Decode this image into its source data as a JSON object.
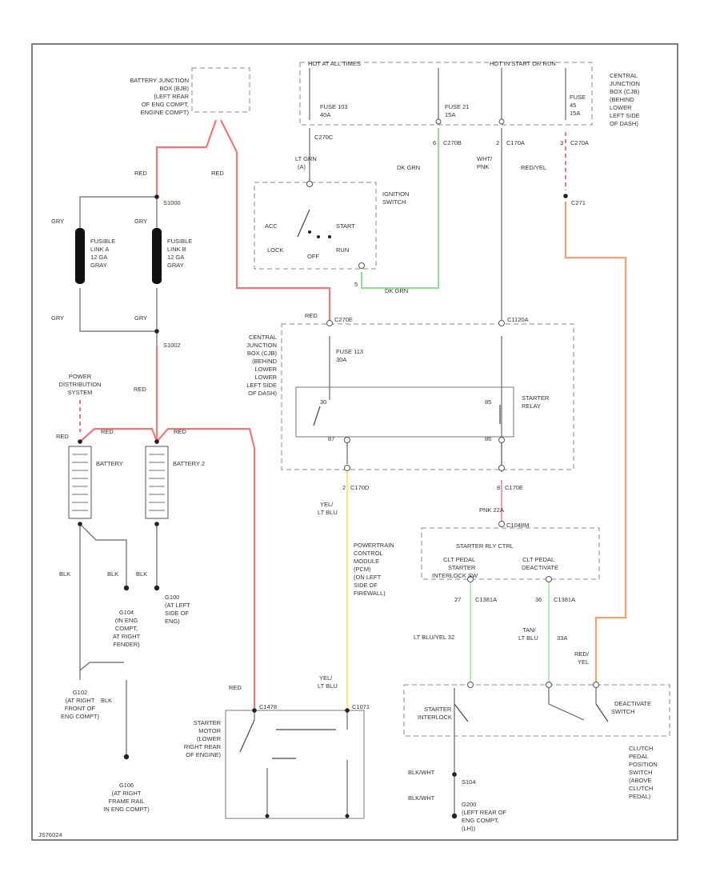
{
  "labels": {
    "bjb": [
      "BATTERY JUNCTION",
      "BOX (BJB)",
      "(LEFT REAR",
      "OF ENG COMPT,",
      "ENGINE COMPT)"
    ],
    "fuse_box_hot": "HOT AT ALL TIMES",
    "fuse_box_start": "HOT IN START OR RUN",
    "fuse_103": [
      "FUSE 103",
      "40A"
    ],
    "fuse_21": [
      "FUSE 21",
      "15A"
    ],
    "fuse_45": [
      "FUSE",
      "45",
      "15A"
    ],
    "cjb_right": [
      "CENTRAL",
      "JUNCTION",
      "BOX (CJB)",
      "(BEHIND",
      "LOWER",
      "LEFT SIDE",
      "OF DASH)"
    ],
    "c270c": "C270C",
    "c270b": "C270B",
    "c270a": "C270A",
    "c170a": "C170A",
    "pin_6_c270b": "6",
    "pin_2_c170a": "2",
    "pin_3_c270a": "3",
    "red_bjb": "RED",
    "red_s1000": "RED",
    "s1000": "S1000",
    "lt_grn": [
      "LT GRN",
      "(A)"
    ],
    "dk_grn": "DK GRN",
    "dk_grn_bottom": "DK GRN",
    "wht_pnk_top": [
      "WHT/",
      "PNK"
    ],
    "wht_pnk_mid": [
      "WHT/",
      "PNK"
    ],
    "red_yel_top": "RED/YEL",
    "c271": "C271",
    "ignition_switch": [
      "IGNITION",
      "SWITCH"
    ],
    "acc": "ACC",
    "start": "START",
    "lock": "LOCK",
    "off": "OFF",
    "run": "RUN",
    "pin_5_ign": "5",
    "gry": [
      "GRY",
      "GRY",
      "GRY",
      "GRY"
    ],
    "fusible_a": [
      "FUSIBLE",
      "LINK A",
      "12 GA",
      "GRAY"
    ],
    "fusible_b": [
      "FUSIBLE",
      "LINK B",
      "12 GA",
      "GRAY"
    ],
    "s1002": "S1002",
    "red_pds": "RED",
    "pds": [
      "POWER",
      "DISTRIBUTION",
      "SYSTEM"
    ],
    "red_bat1": "RED",
    "red_bat2": "RED",
    "red_bat3": "RED",
    "battery": "BATTERY",
    "battery_2": "BATTERY 2",
    "blk": [
      "BLK",
      "BLK",
      "BLK",
      "BLK"
    ],
    "g104": [
      "G104",
      "(IN ENG",
      "COMPT,",
      "AT RIGHT",
      "FENDER)"
    ],
    "g100": [
      "G100",
      "(AT LEFT",
      "SIDE OF",
      "ENG)"
    ],
    "g102": [
      "G102",
      "(AT RIGHT",
      "FRONT OF",
      "ENG COMPT)"
    ],
    "g106": [
      "G106",
      "(AT RIGHT",
      "FRAME RAIL",
      "IN ENG COMPT)"
    ],
    "red_c270e": "RED",
    "c270e": "C270E",
    "cjb_left": [
      "CENTRAL",
      "JUNCTION",
      "BOX (CJB)",
      "(BEHIND",
      "LOWER",
      "LOWER",
      "LEFT SIDE",
      "OF DASH)"
    ],
    "fuse_113": [
      "FUSE 113",
      "30A"
    ],
    "c1120a": "C1120A",
    "relay_pin_30": "30",
    "relay_pin_87": "87",
    "relay_pin_85": "85",
    "relay_pin_86": "86",
    "starter_relay": [
      "STARTER",
      "RELAY"
    ],
    "c170d": "C170D",
    "c170e": "C170E",
    "pin_2_d": "2",
    "pin_8_e": "8",
    "yel_lt_blu_top": [
      "YEL/",
      "LT BLU"
    ],
    "pnk_ga": "PNK  22A",
    "c1048m": "C1048M",
    "pcm": [
      "POWERTRAIN",
      "CONTROL",
      "MODULE",
      "(PCM)",
      "(ON LEFT",
      "SIDE OF",
      "FIREWALL)"
    ],
    "pcm_box": [
      "STARTER RLY CTRL",
      "CLT PEDAL",
      "STARTER",
      "INTERLOCK SW",
      "CLT PEDAL",
      "DEACTIVATE"
    ],
    "c1381a_1": "C1381A",
    "c1381a_2": "C1381A",
    "pin_27": "27",
    "pin_36": "36",
    "lt_bluyel": "LT BLU/YEL  32",
    "tan_lt_blu": [
      "TAN/",
      "LT BLU",
      "33A"
    ],
    "red_yel_bottom": [
      "RED/",
      "YEL"
    ],
    "yel_lt_blu_bottom": [
      "YEL/",
      "LT BLU"
    ],
    "red_starter": "RED",
    "c1478": "C1478",
    "c1071": "C1071",
    "starter_motor": [
      "STARTER",
      "MOTOR",
      "(LOWER",
      "RIGHT REAR",
      "OF ENGINE)"
    ],
    "starter_interlock": [
      "STARTER",
      "INTERLOCK"
    ],
    "deactivate": [
      "DEACTIVATE",
      "SWITCH"
    ],
    "clutch_switch": [
      "CLUTCH",
      "PEDAL",
      "POSITION",
      "SWITCH",
      "(ABOVE",
      "CLUTCH",
      "PEDAL)"
    ],
    "blk_wht_1": "BLK/WHT",
    "blk_wht_2": "BLK/WHT",
    "s104": "S104",
    "g200": [
      "G200",
      "(LEFT REAR OF",
      "ENG COMPT,",
      "(LH))"
    ],
    "figure_id": "JS76024"
  },
  "colors": {
    "red_wire": "#f07878",
    "green_wire": "#8ee08e",
    "yellow_wire": "#f0f070",
    "pink_wire": "#f0a0b0",
    "orange_wire": "#f4a070",
    "light_green_wire": "#b8ecb8",
    "light_pink": "#f8c8d0"
  }
}
